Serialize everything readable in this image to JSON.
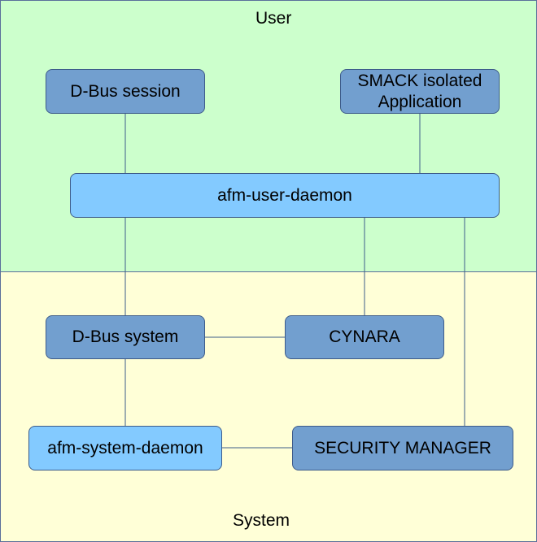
{
  "colors": {
    "user_zone": "#ccffcc",
    "system_zone": "#ffffd7",
    "dark_node": "#729fcf",
    "light_node": "#83caff",
    "line": "#3e5c8a"
  },
  "zones": {
    "user_label": "User",
    "system_label": "System"
  },
  "nodes": {
    "dbus_session": "D-Bus session",
    "smack_app": "SMACK isolated\nApplication",
    "afm_user_daemon": "afm-user-daemon",
    "dbus_system": "D-Bus system",
    "cynara": "CYNARA",
    "afm_system_daemon": "afm-system-daemon",
    "security_manager": "SECURITY MANAGER"
  }
}
